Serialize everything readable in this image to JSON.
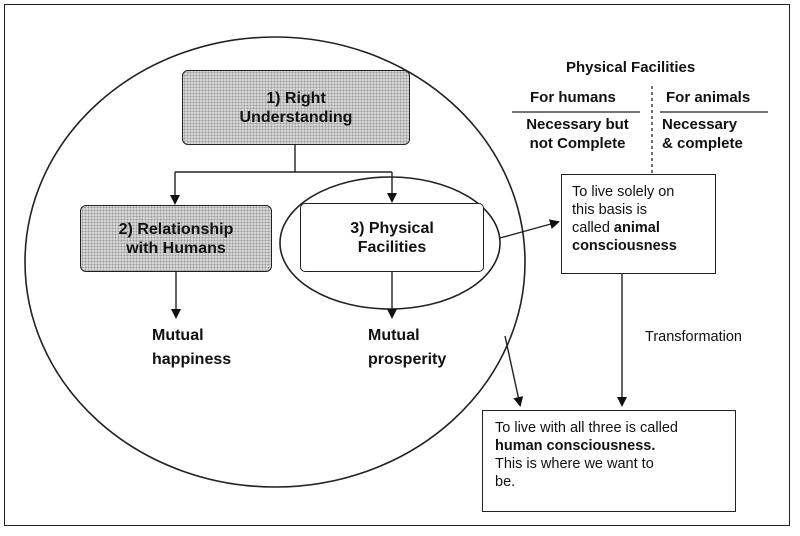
{
  "header": {
    "title": "Physical Facilities",
    "for_humans": "For humans",
    "for_animals": "For animals",
    "humans_line1": "Necessary but",
    "humans_line2": "not Complete",
    "animals_line1": "Necessary",
    "animals_line2": "& complete"
  },
  "nodes": {
    "right_understanding": {
      "line1": "1) Right",
      "line2": "Understanding"
    },
    "relationship": {
      "line1": "2) Relationship",
      "line2": "with Humans"
    },
    "physical": {
      "line1": "3) Physical",
      "line2": "Facilities"
    }
  },
  "outcomes": {
    "happiness_line1": "Mutual",
    "happiness_line2": "happiness",
    "prosperity_line1": "Mutual",
    "prosperity_line2": "prosperity"
  },
  "animal_box": {
    "line1": "To live solely on",
    "line2": "this basis is",
    "line3_prefix": "called ",
    "line3_bold": "animal",
    "line4_bold": "consciousness"
  },
  "transformation_label": "Transformation",
  "human_box": {
    "line1": "To live with all three is called",
    "line2_bold": "human consciousness.",
    "line3": "This is where we want to",
    "line4": "be."
  }
}
